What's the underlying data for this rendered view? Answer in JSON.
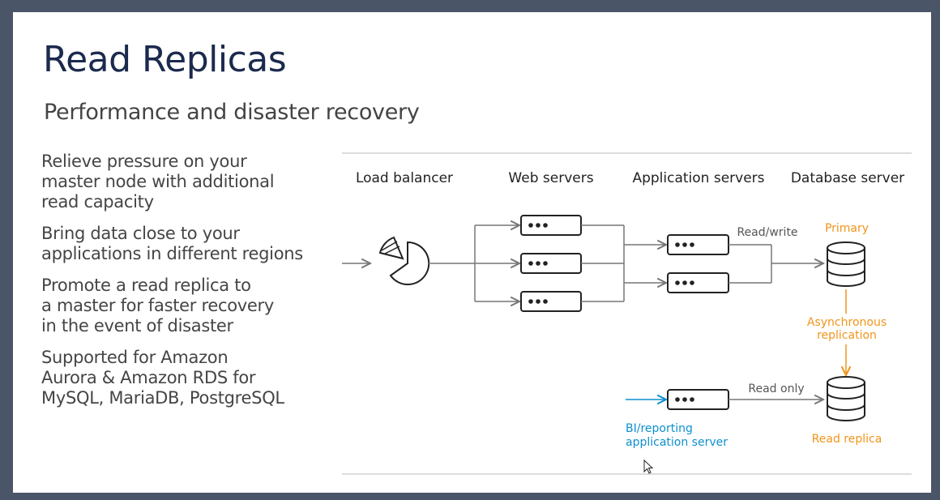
{
  "slide": {
    "title": "Read Replicas",
    "subtitle": "Performance and disaster recovery"
  },
  "bullets": [
    "Relieve pressure on your\nmaster node with additional\nread capacity",
    "Bring data close to your\napplications in different regions",
    "Promote a read replica to\na master for faster recovery\nin the event of disaster",
    "Supported for Amazon\nAurora & Amazon RDS for\nMySQL, MariaDB, PostgreSQL"
  ],
  "diagram": {
    "column_headers": {
      "load_balancer": "Load balancer",
      "web_servers": "Web servers",
      "app_servers": "Application servers",
      "db_server": "Database server"
    },
    "labels": {
      "read_write": "Read/write",
      "primary": "Primary",
      "async_line1": "Asynchronous",
      "async_line2": "replication",
      "read_only": "Read only",
      "bi_line1": "BI/reporting",
      "bi_line2": "application server",
      "read_replica": "Read replica"
    },
    "colors": {
      "orange": "#f0951b",
      "blue": "#0d8fcf",
      "line": "#777777",
      "stroke": "#222222"
    }
  }
}
